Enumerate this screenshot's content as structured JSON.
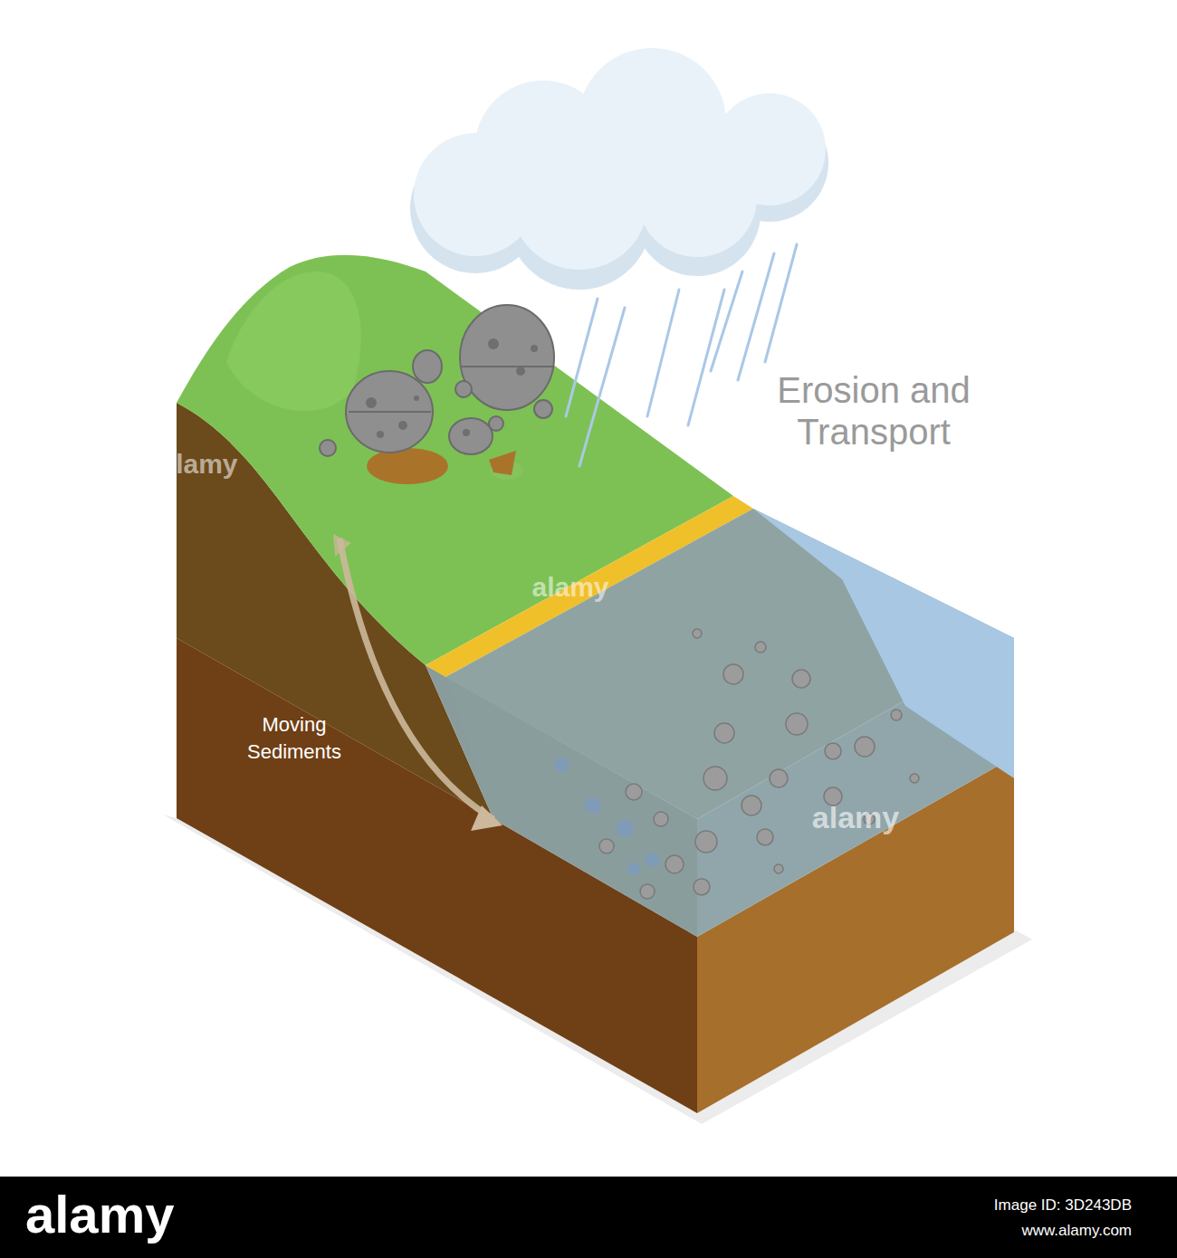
{
  "diagram": {
    "title": "Erosion and Transport",
    "labels": [
      "Moving Sediments",
      "alamy",
      "alamy",
      "alamy",
      "alamy",
      "Image ID: 3D243DB",
      "www.alamy.com"
    ]
  }
}
